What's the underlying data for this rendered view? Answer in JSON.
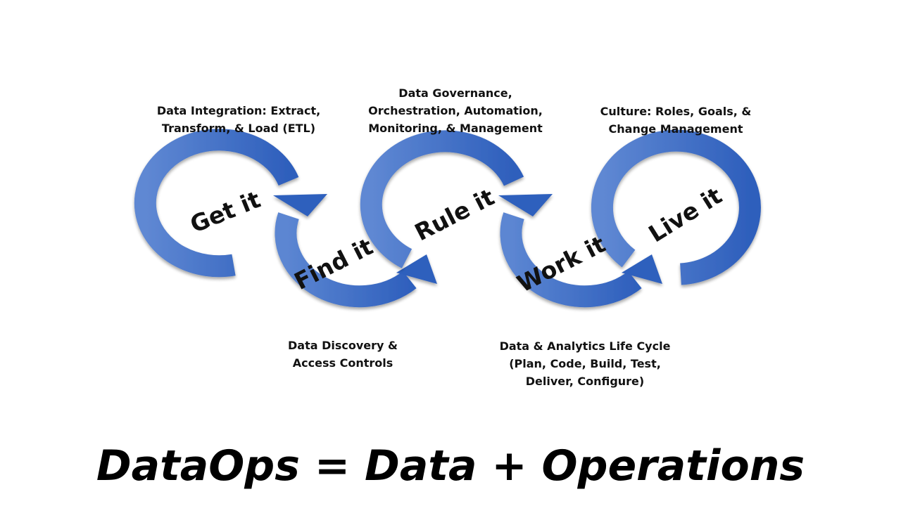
{
  "diagram": {
    "title": "DataOps = Data + Operations",
    "colors": {
      "arrow_light": "#5B84D1",
      "arrow_dark": "#2F60BD",
      "text": "#111111",
      "background": "#FFFFFF"
    },
    "stages": [
      {
        "id": "get",
        "label": "Get it",
        "caption_lines": [
          "Data Integration: Extract,",
          "Transform, & Load (ETL)"
        ],
        "caption_position": "top"
      },
      {
        "id": "find",
        "label": "Find it",
        "caption_lines": [
          "Data Discovery &",
          "Access Controls"
        ],
        "caption_position": "bottom"
      },
      {
        "id": "rule",
        "label": "Rule it",
        "caption_lines": [
          "Data Governance,",
          "Orchestration, Automation,",
          "Monitoring, & Management"
        ],
        "caption_position": "top"
      },
      {
        "id": "work",
        "label": "Work it",
        "caption_lines": [
          "Data & Analytics Life Cycle",
          "(Plan, Code, Build, Test,",
          "Deliver, Configure)"
        ],
        "caption_position": "bottom"
      },
      {
        "id": "live",
        "label": "Live it",
        "caption_lines": [
          "Culture: Roles, Goals, &",
          "Change Management"
        ],
        "caption_position": "top"
      }
    ]
  }
}
